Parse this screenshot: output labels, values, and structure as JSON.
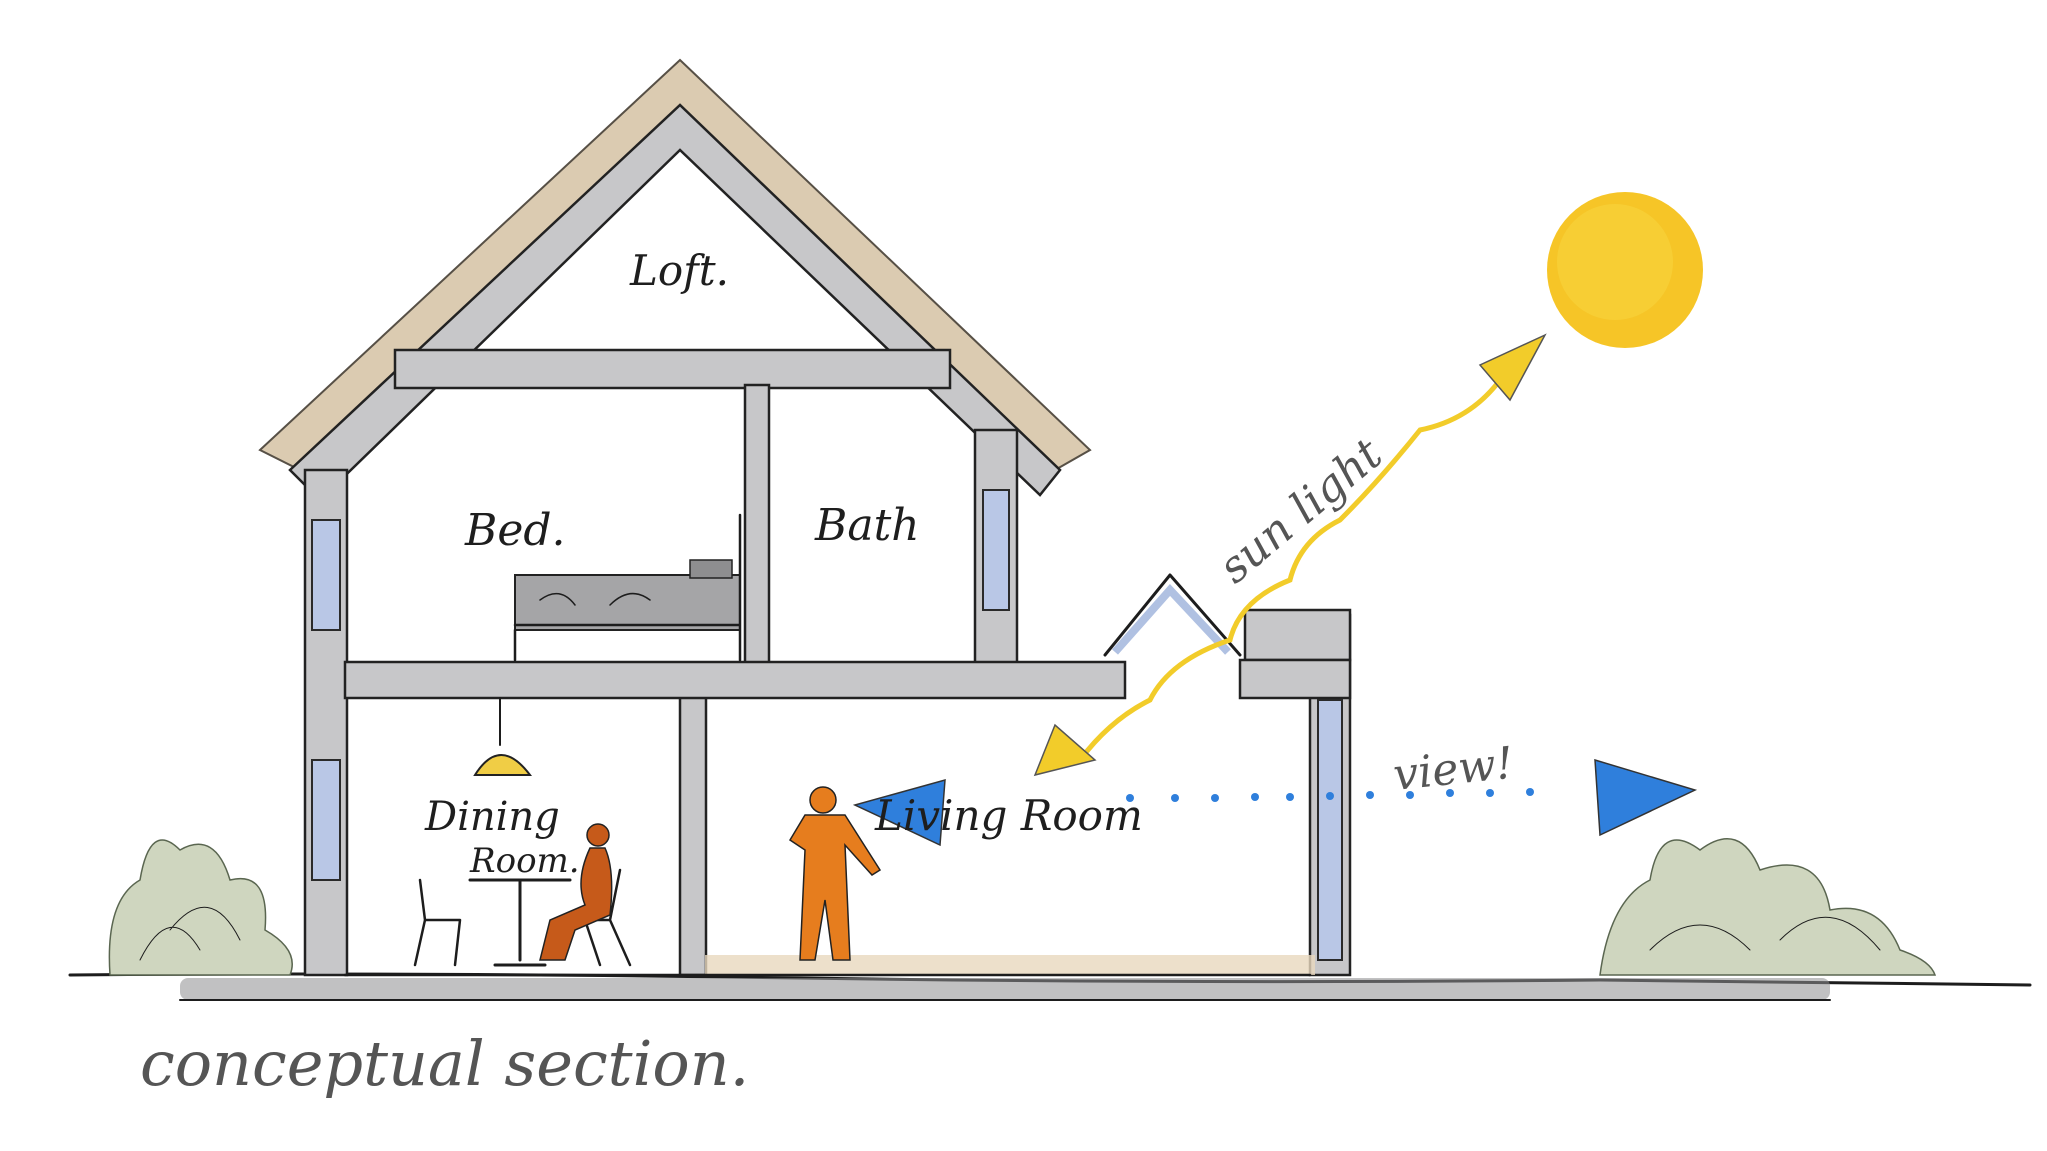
{
  "labels": {
    "loft": "Loft.",
    "bed": "Bed.",
    "bath": "Bath",
    "dining_room_line1": "Dining",
    "dining_room_line2": "Room.",
    "living_room": "Living Room",
    "sunlight": "sun light",
    "view": "view!",
    "caption": "conceptual section."
  },
  "colors": {
    "sun": "#f5c21b",
    "sunlight_arrow": "#f2cc2a",
    "view_arrow": "#2f7fdc",
    "person": "#e67d1e",
    "walls": "#c7c7c9",
    "roof": "#d5c2a4",
    "glass": "#b9c7e6",
    "vegetation": "#cfd6bf",
    "floor": "#e9d8be"
  }
}
